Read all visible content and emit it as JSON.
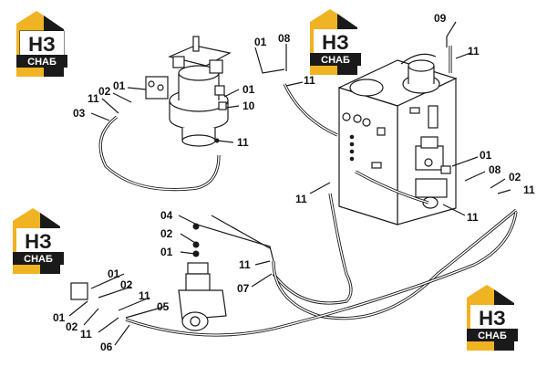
{
  "logo": {
    "main": "НЗ",
    "sub": "СНАБ",
    "colors": {
      "accent": "#f0b323",
      "dark": "#1a1a1a",
      "paper": "#ffffff"
    }
  },
  "callouts": [
    {
      "id": "c01a",
      "text": "01"
    },
    {
      "id": "c08a",
      "text": "08"
    },
    {
      "id": "c09",
      "text": "09"
    },
    {
      "id": "c11a",
      "text": "11"
    },
    {
      "id": "c11b",
      "text": "11"
    },
    {
      "id": "c01b",
      "text": "01"
    },
    {
      "id": "c02a",
      "text": "02"
    },
    {
      "id": "c11c",
      "text": "11"
    },
    {
      "id": "c03",
      "text": "03"
    },
    {
      "id": "c01c",
      "text": "01"
    },
    {
      "id": "c10",
      "text": "10"
    },
    {
      "id": "c11d",
      "text": "11"
    },
    {
      "id": "c01d",
      "text": "01"
    },
    {
      "id": "c08b",
      "text": "08"
    },
    {
      "id": "c02b",
      "text": "02"
    },
    {
      "id": "c11e",
      "text": "11"
    },
    {
      "id": "c11f",
      "text": "11"
    },
    {
      "id": "c11g",
      "text": "11"
    },
    {
      "id": "c04",
      "text": "04"
    },
    {
      "id": "c02c",
      "text": "02"
    },
    {
      "id": "c01e",
      "text": "01"
    },
    {
      "id": "c11h",
      "text": "11"
    },
    {
      "id": "c07",
      "text": "07"
    },
    {
      "id": "c01f",
      "text": "01"
    },
    {
      "id": "c02d",
      "text": "02"
    },
    {
      "id": "c11i",
      "text": "11"
    },
    {
      "id": "c05",
      "text": "05"
    },
    {
      "id": "c01g",
      "text": "01"
    },
    {
      "id": "c02e",
      "text": "02"
    },
    {
      "id": "c11j",
      "text": "11"
    },
    {
      "id": "c06",
      "text": "06"
    }
  ]
}
